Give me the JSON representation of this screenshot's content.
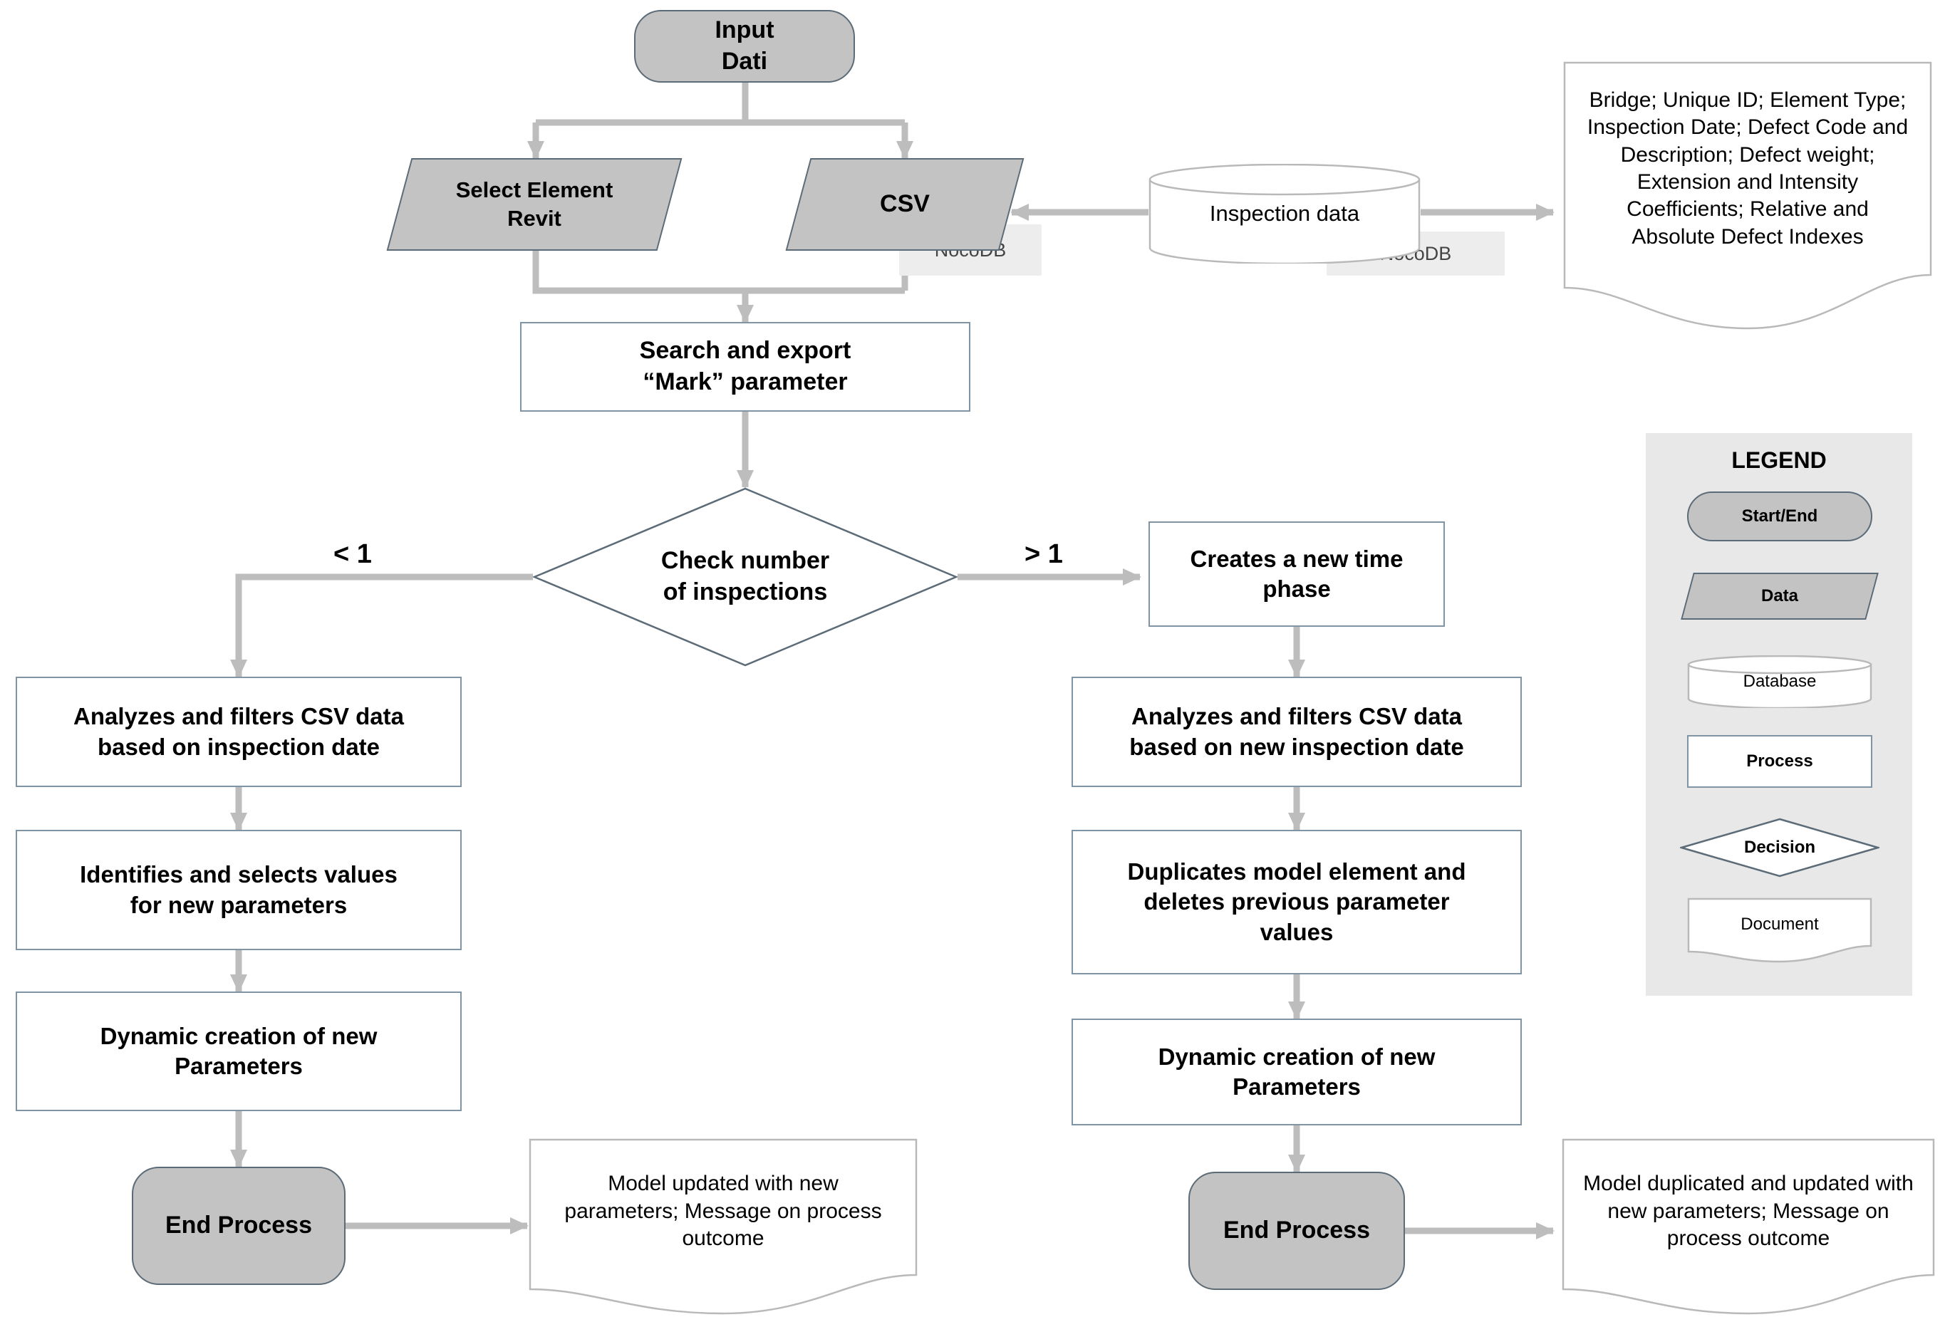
{
  "title": "Inspection data to BIM parameter workflow",
  "colors": {
    "shape_fill_gray": "#c3c3c3",
    "shape_stroke": "#5b6b77",
    "process_stroke": "#7f95a5",
    "connector": "#bdbdbd",
    "legend_bg": "#e8e8e8",
    "nocodb_tag_bg": "#ededed",
    "doc_stroke": "#b9b9b9",
    "text": "#000000"
  },
  "nodes": {
    "input": {
      "label": "Input\nDati",
      "type": "terminator"
    },
    "select_element": {
      "label": "Select Element\nRevit",
      "type": "data"
    },
    "csv": {
      "label": "CSV",
      "type": "data"
    },
    "csv_tag": {
      "label": "NocoDB"
    },
    "inspection_db": {
      "label": "Inspection data",
      "type": "database"
    },
    "db_tag": {
      "label": "NocoDB"
    },
    "defect_doc": {
      "label": "Bridge; Unique ID; Element Type; Inspection Date; Defect Code and Description; Defect weight; Extension and Intensity Coefficients; Relative and Absolute Defect Indexes",
      "type": "document"
    },
    "search_export": {
      "label": "Search and export\n“Mark” parameter",
      "type": "process"
    },
    "check_inspections": {
      "label": "Check number\nof inspections",
      "type": "decision"
    },
    "left_branch_label": {
      "label": "< 1"
    },
    "right_branch_label": {
      "label": "> 1"
    },
    "creates_phase": {
      "label": "Creates a new time\nphase",
      "type": "process"
    },
    "left_analyze": {
      "label": "Analyzes and filters CSV data\nbased on inspection date",
      "type": "process"
    },
    "left_identify": {
      "label": "Identifies and selects values\nfor new parameters",
      "type": "process"
    },
    "left_dynamic": {
      "label": "Dynamic creation of new\nParameters",
      "type": "process"
    },
    "left_end": {
      "label": "End Process",
      "type": "terminator"
    },
    "left_outcome_doc": {
      "label": "Model updated with new parameters; Message on process outcome",
      "type": "document"
    },
    "right_analyze": {
      "label": "Analyzes and filters CSV data\nbased on new inspection date",
      "type": "process"
    },
    "right_duplicate": {
      "label": "Duplicates model element and\ndeletes previous parameter\nvalues",
      "type": "process"
    },
    "right_dynamic": {
      "label": "Dynamic creation of new\nParameters",
      "type": "process"
    },
    "right_end": {
      "label": "End Process",
      "type": "terminator"
    },
    "right_outcome_doc": {
      "label": "Model duplicated and updated with new parameters; Message on process outcome",
      "type": "document"
    }
  },
  "legend": {
    "title": "LEGEND",
    "items": [
      {
        "label": "Start/End",
        "type": "terminator"
      },
      {
        "label": "Data",
        "type": "data"
      },
      {
        "label": "Database",
        "type": "database"
      },
      {
        "label": "Process",
        "type": "process"
      },
      {
        "label": "Decision",
        "type": "decision"
      },
      {
        "label": "Document",
        "type": "document"
      }
    ]
  }
}
